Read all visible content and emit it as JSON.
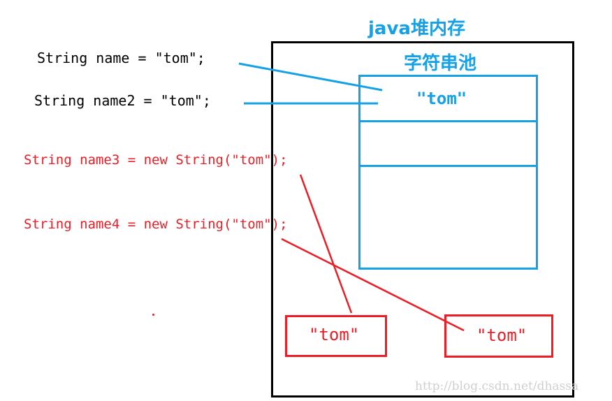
{
  "heap": {
    "title": "java堆内存"
  },
  "pool": {
    "title": "字符串池",
    "entry": "\"tom\""
  },
  "code": {
    "line1": "String name = \"tom\";",
    "line2": "String name2 = \"tom\";",
    "line3": "String name3 = new String(\"tom\");",
    "line4": "String name4 = new String(\"tom\");"
  },
  "objects": {
    "obj1": "\"tom\"",
    "obj2": "\"tom\""
  },
  "watermark": "http://blog.csdn.net/dhassa",
  "colors": {
    "blue": "#15a1e6",
    "red": "#ee1c24",
    "black": "#000000"
  }
}
